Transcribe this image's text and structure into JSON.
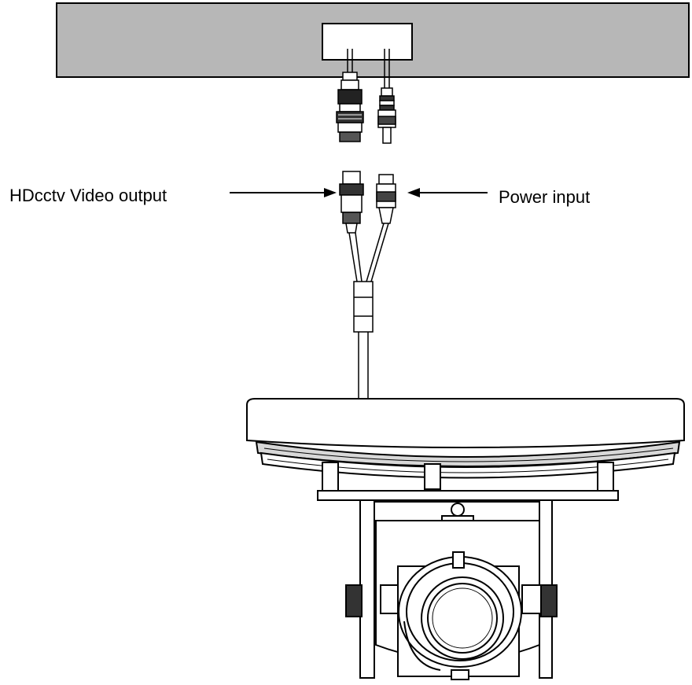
{
  "labels": {
    "video_output": "HDcctv Video output",
    "power_input": "Power input"
  },
  "colors": {
    "ceiling": "#b7b7b7",
    "line": "#000000",
    "background": "#ffffff"
  },
  "icons": {
    "ceiling": "ceiling-panel",
    "bnc_plug": "bnc-connector-icon",
    "dc_plug": "dc-power-plug-icon",
    "camera": "dome-camera-icon"
  }
}
